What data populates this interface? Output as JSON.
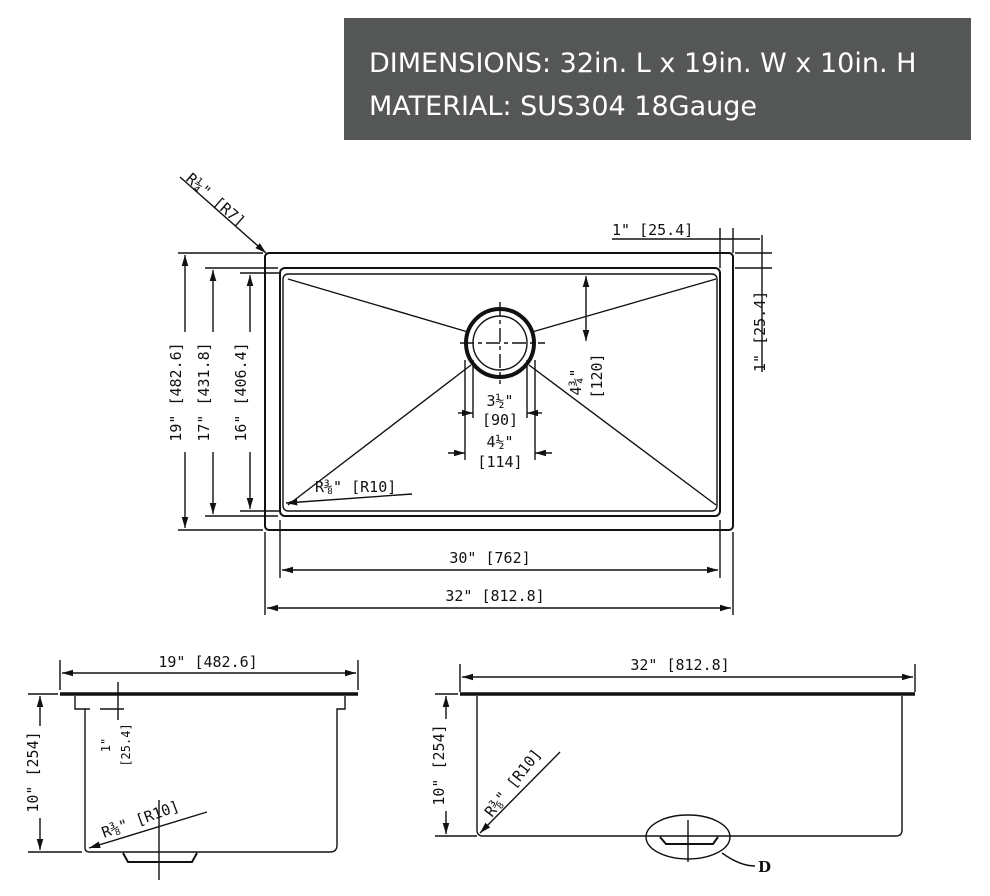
{
  "header": {
    "dimensions": "DIMENSIONS: 32in. L x 19in. W x 10in. H",
    "material": "MATERIAL: SUS304 18Gauge"
  },
  "top_view": {
    "corner_radius": "R¼\" [R7]",
    "rim_width_top": "1\" [25.4]",
    "rim_width_right": "1\" [25.4]",
    "overall_width": "19\" [482.6]",
    "flange_width": "17\" [431.8]",
    "bowl_width": "16\" [406.4]",
    "drain_offset": "4¾\"",
    "drain_offset_mm": "[120]",
    "drain_inner": "3½\"",
    "drain_inner_mm": "[90]",
    "drain_outer": "4½\"",
    "drain_outer_mm": "[114]",
    "bottom_radius": "R⅜\" [R10]",
    "bowl_length": "30\" [762]",
    "overall_length": "32\" [812.8]"
  },
  "side_view": {
    "width": "19\" [482.6]",
    "depth": "10\" [254]",
    "flange_depth": "1\"",
    "flange_depth_mm": "[25.4]",
    "bottom_radius": "R⅜\" [R10]"
  },
  "front_view": {
    "length": "32\" [812.8]",
    "depth": "10\" [254]",
    "bottom_radius": "R⅜\" [R10]",
    "detail_label": "D"
  }
}
